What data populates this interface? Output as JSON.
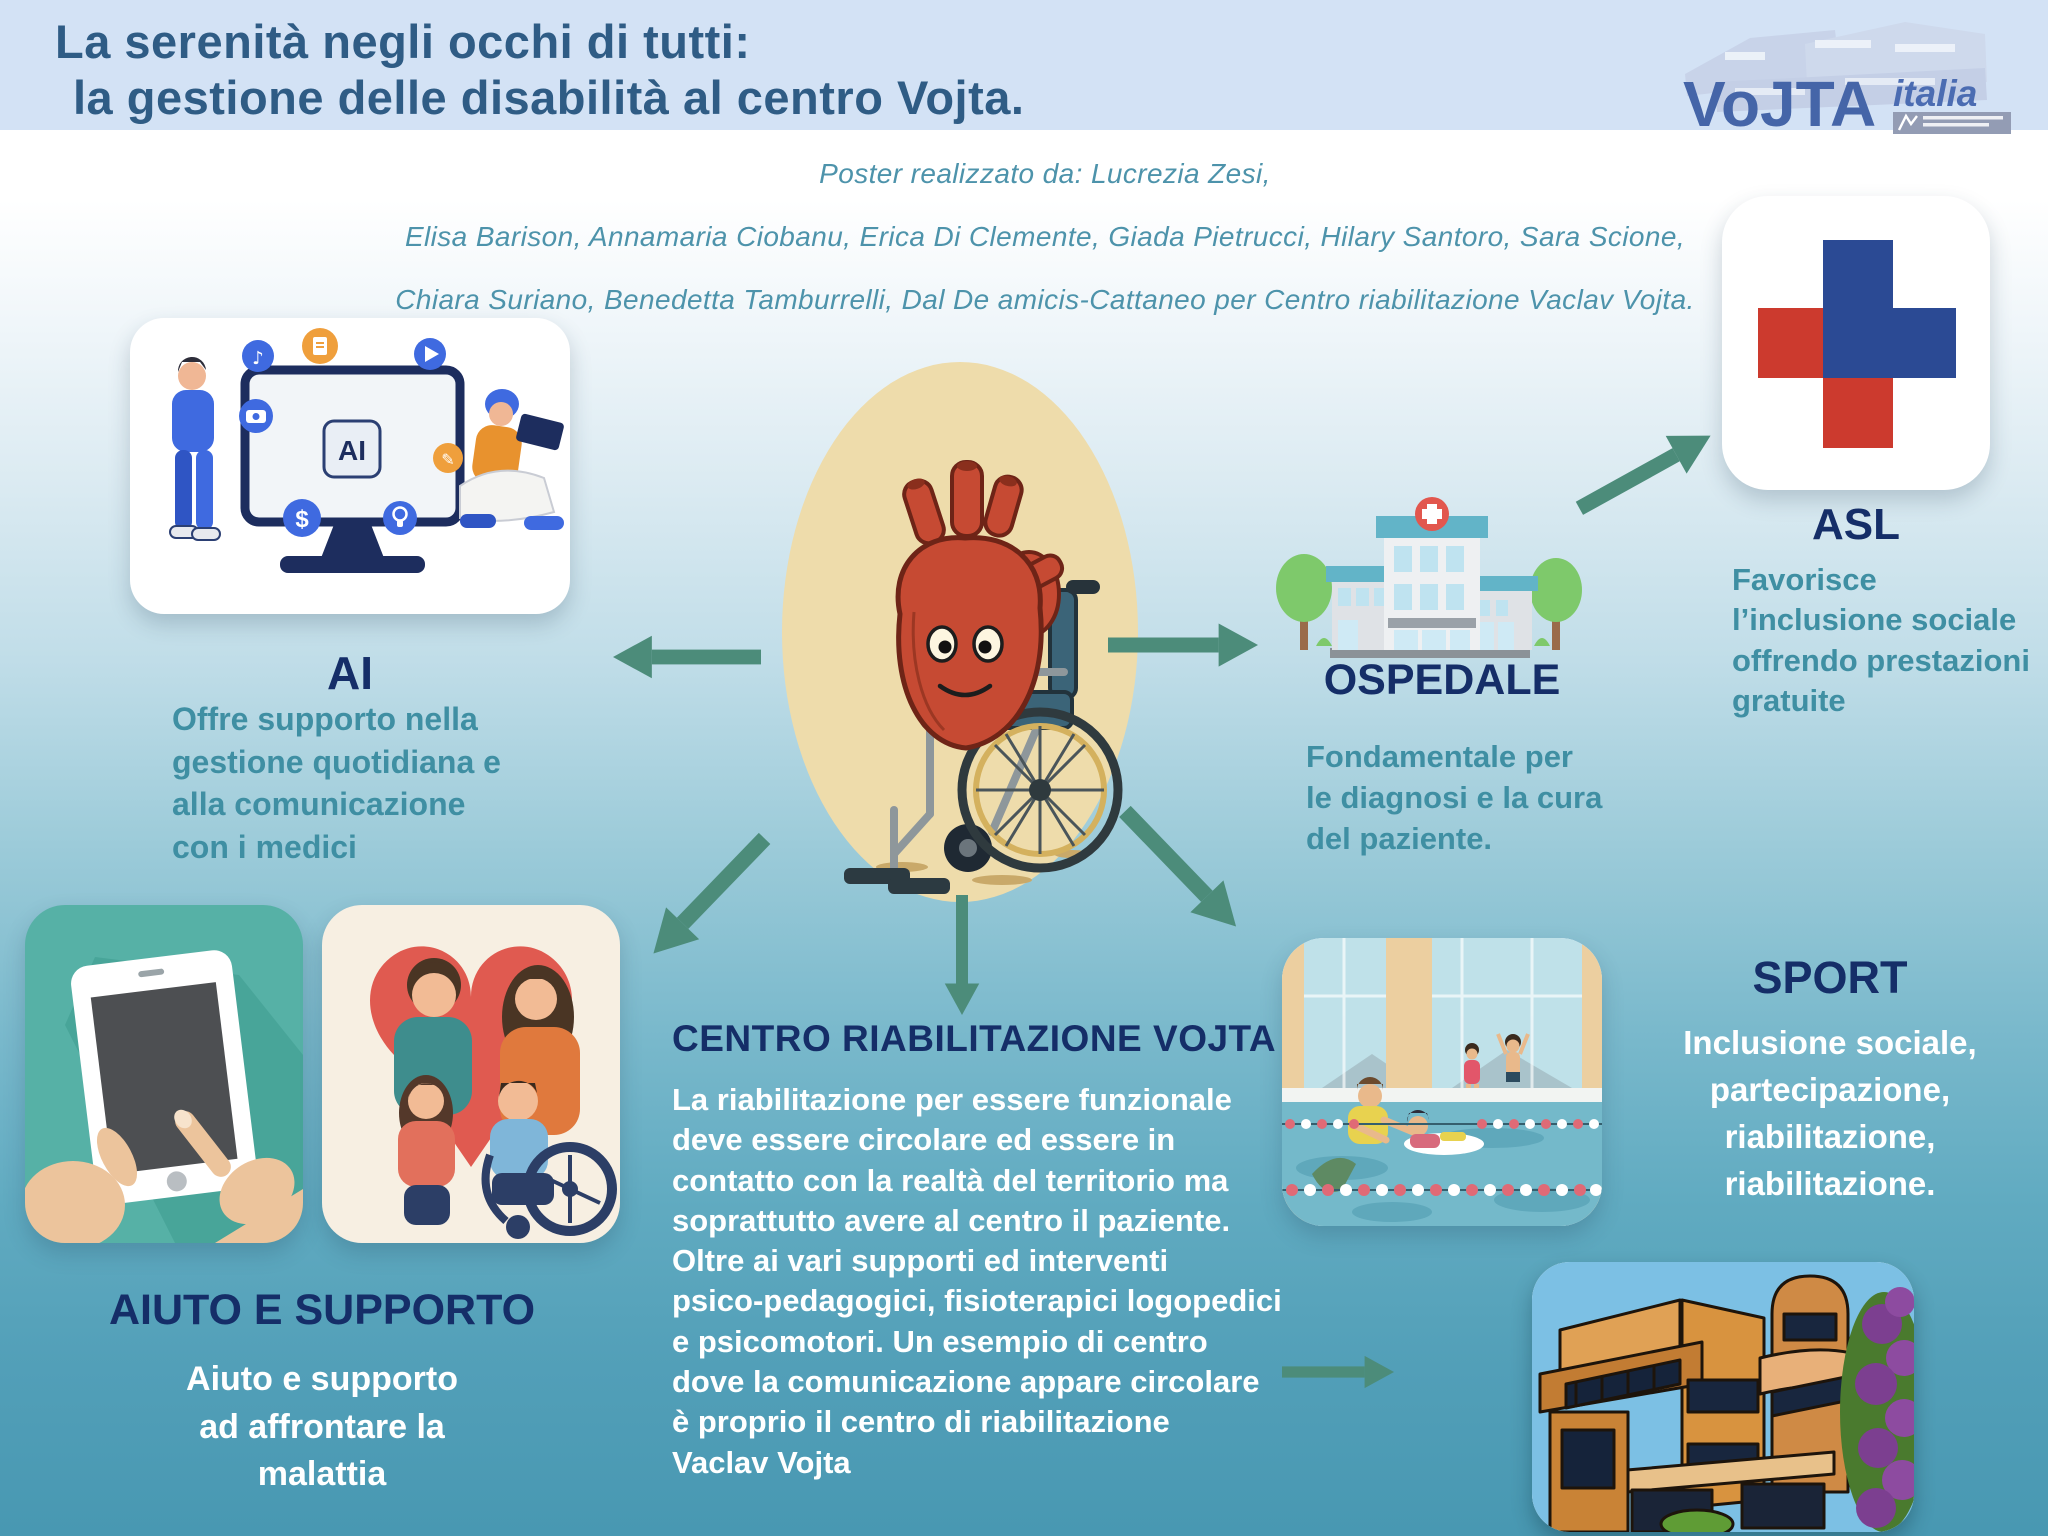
{
  "poster": {
    "header": {
      "title_line1": "La serenità negli occhi di tutti:",
      "title_line2": "la gestione delle disabilità al centro Vojta.",
      "logo": {
        "vojta": "VoJTA",
        "italia": "italia"
      }
    },
    "credits": {
      "line1": "Poster realizzato da: Lucrezia Zesi,",
      "line2": "Elisa Barison, Annamaria Ciobanu, Erica Di Clemente, Giada Pietrucci, Hilary Santoro, Sara Scione,",
      "line3": "Chiara Suriano, Benedetta Tamburrelli, Dal De amicis-Cattaneo per Centro riabilitazione Vaclav Vojta."
    },
    "sections": {
      "ai": {
        "title": "AI",
        "monitor_label": "AI",
        "description": "Offre supporto nella\ngestione quotidiana e\nalla comunicazione\ncon i medici"
      },
      "ospedale": {
        "title": "OSPEDALE",
        "description": "Fondamentale per\nle diagnosi e la cura\ndel paziente."
      },
      "asl": {
        "title": "ASL",
        "description": "Favorisce\nl’inclusione sociale\noffrendo prestazioni\ngratuite"
      },
      "sport": {
        "title": "SPORT",
        "description": "Inclusione sociale,\npartecipazione,\nriabilitazione,\nriabilitazione."
      },
      "centro_riabilitazione": {
        "title": "CENTRO RIABILITAZIONE VOJTA",
        "description": "La riabilitazione per essere funzionale\ndeve essere circolare ed essere in\ncontatto con la realtà del territorio ma\nsoprattutto avere al centro il paziente.\nOltre ai vari supporti ed interventi\npsico-pedagogici, fisioterapici logopedici\ne psicomotori. Un esempio di centro\ndove la comunicazione appare circolare\nè proprio il centro di riabilitazione\nVaclav Vojta"
      },
      "aiuto_e_supporto": {
        "title": "AIUTO E SUPPORTO",
        "description": "Aiuto e supporto\nad affrontare la\nmalattia"
      }
    },
    "colors": {
      "header_background": "#d3e2f5",
      "title_blue": "#2f5c85",
      "heading_navy": "#152e68",
      "body_teal": "#3f8fa3",
      "credits_teal": "#4d93ab",
      "arrow_green": "#4c8c7a",
      "background_teal": "#4898b2",
      "oval_cream": "#eedcab",
      "logo_blue": "#4565a8",
      "cross_blue": "#2b4a94",
      "cross_red": "#cc3a2e"
    }
  }
}
